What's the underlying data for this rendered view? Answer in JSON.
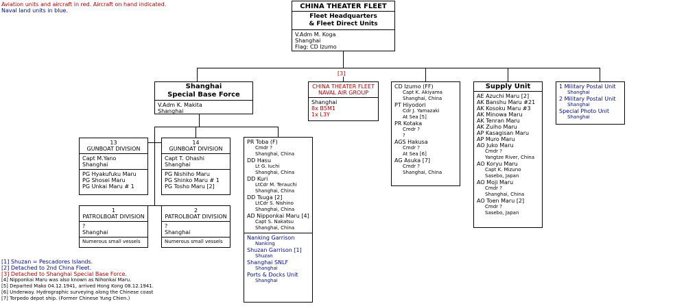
{
  "legend": {
    "line1": "Aviation units and aircraft in red. Aircraft on hand indicated.",
    "line2": "Naval land units in blue."
  },
  "hq": {
    "name": "CHINA THEATER FLEET",
    "unit1": "Fleet Headquarters",
    "unit2": "& Fleet Direct Units",
    "commander": "V.Adm  M. Koga",
    "location": "Shanghai",
    "flag": "Flag:  CD Izumo"
  },
  "sbf": {
    "name1": "Shanghai",
    "name2": "Special Base Force",
    "commander": "V.Adm  K. Makita",
    "location": "Shanghai"
  },
  "air": {
    "ref": "[3]",
    "name1": "CHINA THEATER FLEET",
    "name2": "NAVAL AIR GROUP",
    "location": "Shanghai",
    "ac1": "8x B5M1",
    "ac2": "1x L3Y"
  },
  "izumo": {
    "lines": [
      {
        "t": "CD Izumo  (FF)",
        "s": false
      },
      {
        "t": "Capt  K. Akiyama",
        "s": true
      },
      {
        "t": "Shanghai, China",
        "s": true
      },
      {
        "t": "PT  Hiyodori",
        "s": false
      },
      {
        "t": "Cdr  J. Yamazaki",
        "s": true
      },
      {
        "t": "At Sea [5]",
        "s": true
      },
      {
        "t": "PR  Kotaka",
        "s": false
      },
      {
        "t": "Cmdr  ?",
        "s": true
      },
      {
        "t": "?",
        "s": true
      },
      {
        "t": "AGS  Hakusa",
        "s": false
      },
      {
        "t": "Cmdr  ?",
        "s": true
      },
      {
        "t": "At Sea [6]",
        "s": true
      },
      {
        "t": "AG  Asuka  [7]",
        "s": false
      },
      {
        "t": "Cmdr  ?",
        "s": true
      },
      {
        "t": "Shanghai, China",
        "s": true
      }
    ]
  },
  "supply": {
    "title": "Supply Unit",
    "lines": [
      {
        "t": "AE  Azuchi Maru  [2]",
        "s": false
      },
      {
        "t": "AK  Banshu Maru #21",
        "s": false
      },
      {
        "t": "AK  Kosoku Maru #3",
        "s": false
      },
      {
        "t": "AK  Minowa Maru",
        "s": false
      },
      {
        "t": "AK  Tenran Maru",
        "s": false
      },
      {
        "t": "AK  Zuiho Maru",
        "s": false
      },
      {
        "t": "AP  Kasagisan Maru",
        "s": false
      },
      {
        "t": "AP  Muro Maru",
        "s": false
      },
      {
        "t": "AO  Juko Maru",
        "s": false
      },
      {
        "t": "Cmdr  ?",
        "s": true
      },
      {
        "t": "Yangtze River, China",
        "s": true
      },
      {
        "t": "AO  Koryu Maru",
        "s": false
      },
      {
        "t": "Capt  K. Mizuno",
        "s": true
      },
      {
        "t": "Sasebo, Japan",
        "s": true
      },
      {
        "t": "AO  Moji Maru",
        "s": false
      },
      {
        "t": "Cmdr  ?",
        "s": true
      },
      {
        "t": "Shanghai, China",
        "s": true
      },
      {
        "t": "AO  Toen Maru  [2]",
        "s": false
      },
      {
        "t": "Cmdr  ?",
        "s": true
      },
      {
        "t": "Sasebo, Japan",
        "s": true
      }
    ]
  },
  "postal": {
    "lines": [
      {
        "t": "1  Military Postal Unit",
        "s": false
      },
      {
        "t": "Shanghai",
        "s": true
      },
      {
        "t": "2  Military Postal Unit",
        "s": false
      },
      {
        "t": "Shanghai",
        "s": true
      },
      {
        "t": "Special  Photo Unit",
        "s": false
      },
      {
        "t": "Shanghai",
        "s": true
      }
    ]
  },
  "gd13": {
    "num": "13",
    "type": "GUNBOAT DIVISION",
    "commander": "Capt  M.Yano",
    "location": "Shanghai",
    "ships": [
      "PG  Hyakufuku Maru",
      "PG  Shosei Maru",
      "PG  Unkai Maru # 1"
    ]
  },
  "gd14": {
    "num": "14",
    "type": "GUNBOAT DIVISION",
    "commander": "Capt  T. Ohashi",
    "location": "Shanghai",
    "ships": [
      "PG  Nishiho Maru",
      "PG  Shinko Maru # 1",
      "PG  Tosho  Maru  [2]"
    ]
  },
  "pd1": {
    "num": "1",
    "type": "PATROLBOAT DIVISION",
    "commander": "?",
    "location": "Shanghai",
    "vessels": "Numerous small vessels"
  },
  "pd2": {
    "num": "2",
    "type": "PATROLBOAT DIVISION",
    "commander": "?",
    "location": "Shanghai",
    "vessels": "Numerous small vessels"
  },
  "toba": {
    "ships": [
      {
        "t": "PR  Toba  (F)",
        "s": false
      },
      {
        "t": "Cmdr  ?",
        "s": true
      },
      {
        "t": "Shanghai, China",
        "s": true
      },
      {
        "t": "DD  Hasu",
        "s": false
      },
      {
        "t": "Lt  G. Iuchi",
        "s": true
      },
      {
        "t": "Shanghai, China",
        "s": true
      },
      {
        "t": "DD  Kuri",
        "s": false
      },
      {
        "t": "LtCdr  M. Terauchi",
        "s": true
      },
      {
        "t": "Shanghai, China",
        "s": true
      },
      {
        "t": "DD  Tsuga  [2]",
        "s": false
      },
      {
        "t": "LtCdr  S. Nishino",
        "s": true
      },
      {
        "t": "Shanghai, China",
        "s": true
      },
      {
        "t": "AD  Nipponkai Maru [4]",
        "s": false
      },
      {
        "t": "Capt  S. Nakatsu",
        "s": true
      },
      {
        "t": "Shanghai, China",
        "s": true
      }
    ],
    "garrisons": [
      {
        "t": "Nanking  Garrison",
        "s": false
      },
      {
        "t": "Nanking",
        "s": true
      },
      {
        "t": "Shuzan  Garrison  [1]",
        "s": false
      },
      {
        "t": "Shuzan",
        "s": true
      },
      {
        "t": "Shanghai  SNLF",
        "s": false
      },
      {
        "t": "Shanghai",
        "s": true
      },
      {
        "t": "Ports & Docks Unit",
        "s": false
      },
      {
        "t": "Shanghai",
        "s": true
      }
    ]
  },
  "notes": {
    "n1": "[1]  Shuzan = Pescadores Islands.",
    "n2": "[2]  Detached to 2nd China Fleet.",
    "n3": "[3]  Detached to Shanghai Special Base Force.",
    "n4": "[4] Nipponkai Maru was also known as Nihonkai Maru.",
    "n5": "[5] Departed Mako 04.12.1941, arrived Hong Kong 08.12.1941.",
    "n6": "[6] Underway. Hydrographic surveying along the Chinese coast",
    "n7": "[7] Torpedo depot ship. (Former Chinese Yung Chien.)"
  },
  "colors": {
    "aviation": "#b00000",
    "naval_land": "#000a80"
  }
}
